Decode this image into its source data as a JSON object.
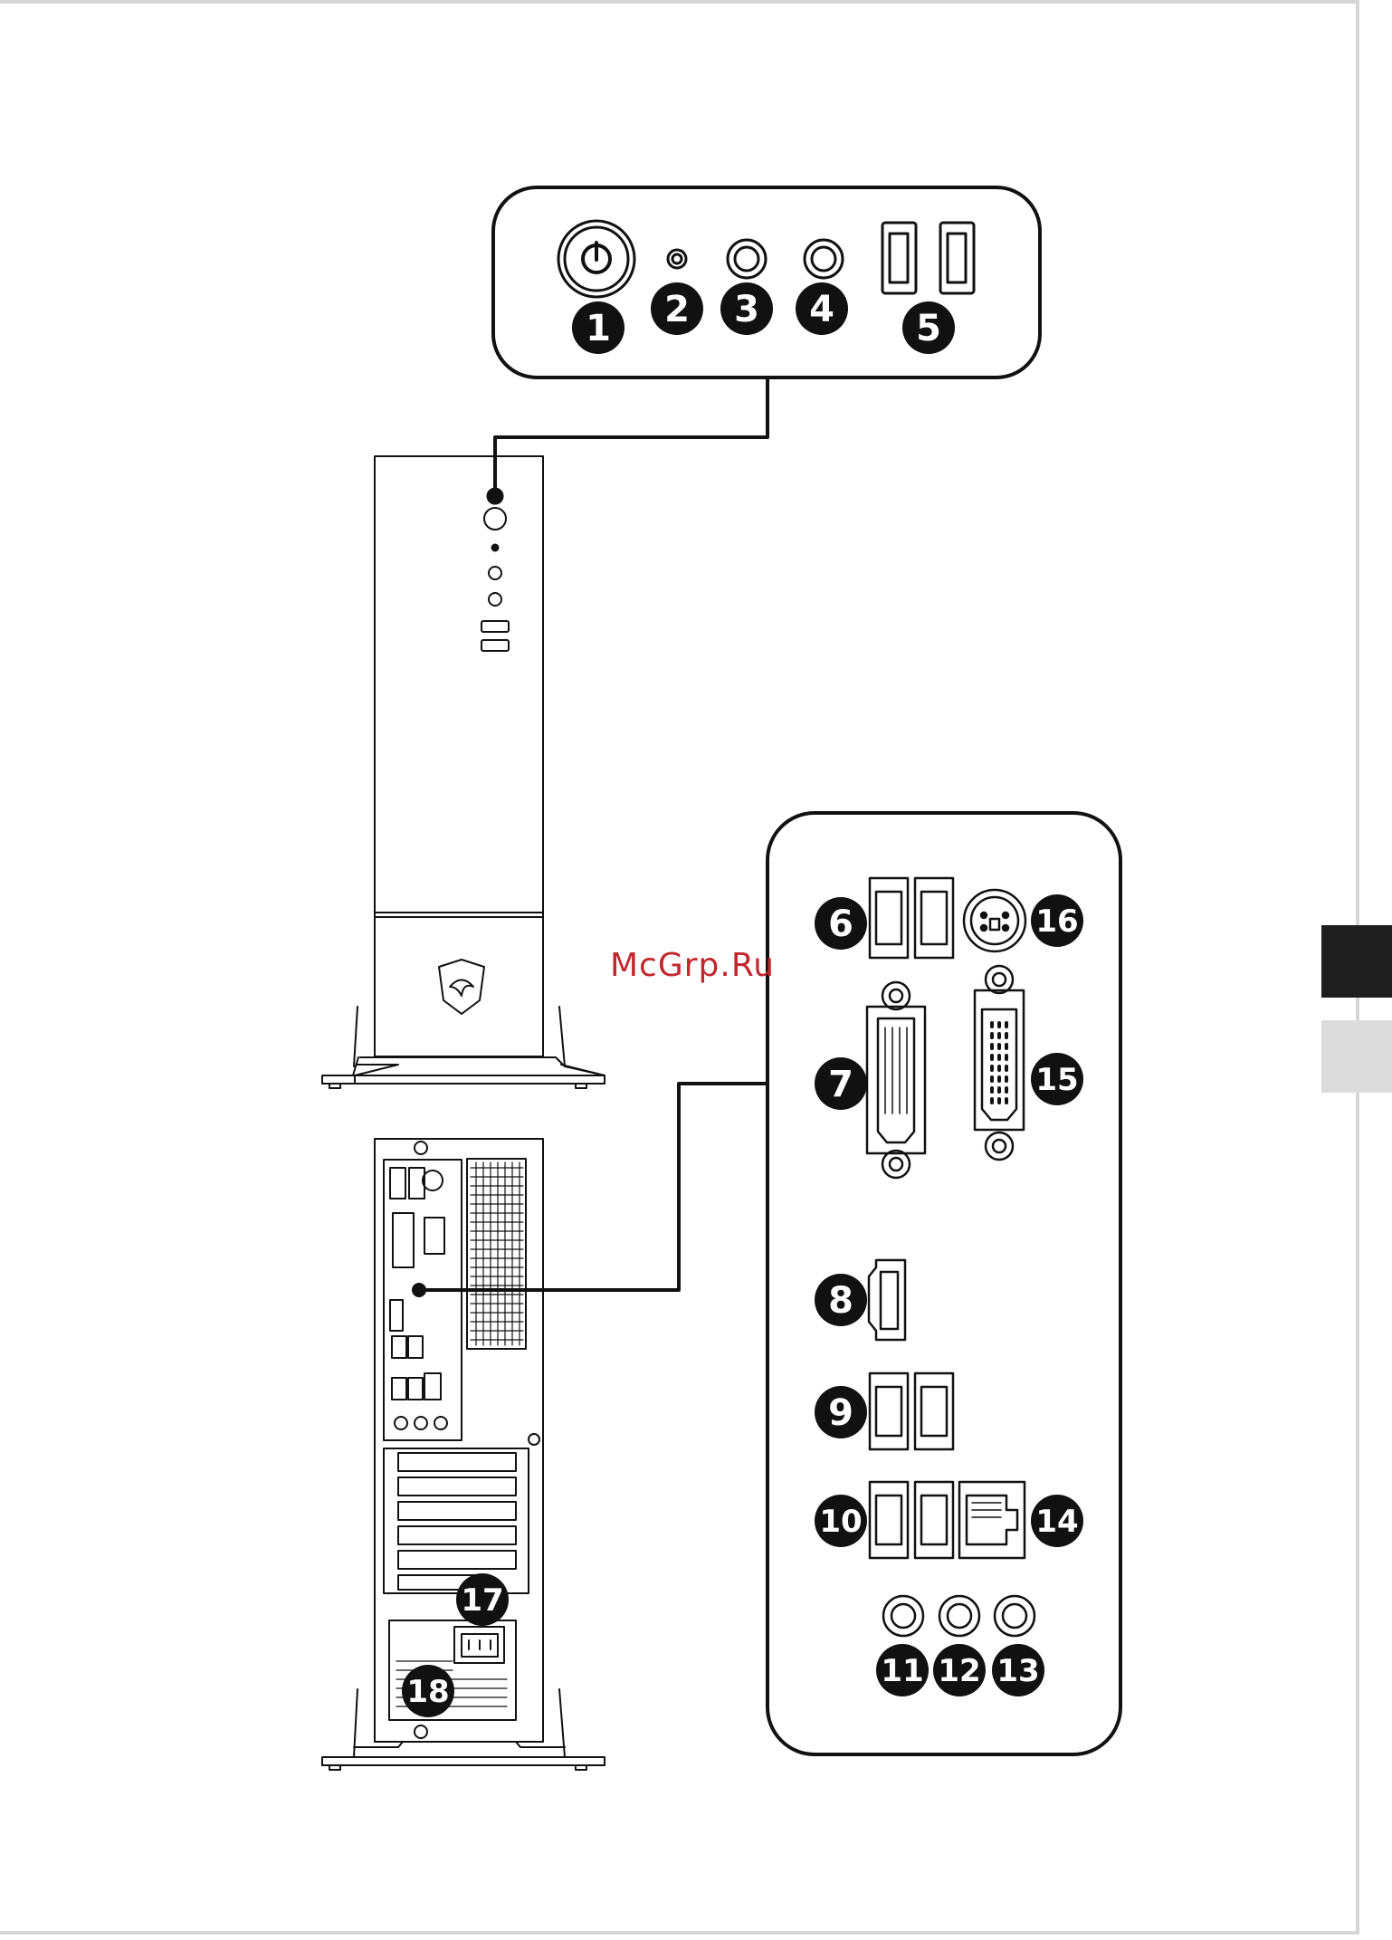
{
  "watermark": "McGrp.Ru",
  "callouts": {
    "power_button": "1",
    "hdd_led": "2",
    "headphone_jack": "3",
    "mic_jack": "4",
    "front_usb": "5",
    "rear_usb_2": "6",
    "dvi_port": "7",
    "displayport": "8",
    "rear_usb_3a": "9",
    "rear_usb_3b": "10",
    "line_in": "11",
    "line_out": "12",
    "rear_mic": "13",
    "lan_port": "14",
    "vga_port": "15",
    "ps2_port": "16",
    "expansion_slots": "17",
    "power_jack": "18"
  },
  "colors": {
    "ink": "#111111",
    "watermark": "#c2272d",
    "tab_dark": "#1e1e1e",
    "tab_light": "#dcdcdc",
    "frame": "#d6d6d6"
  }
}
